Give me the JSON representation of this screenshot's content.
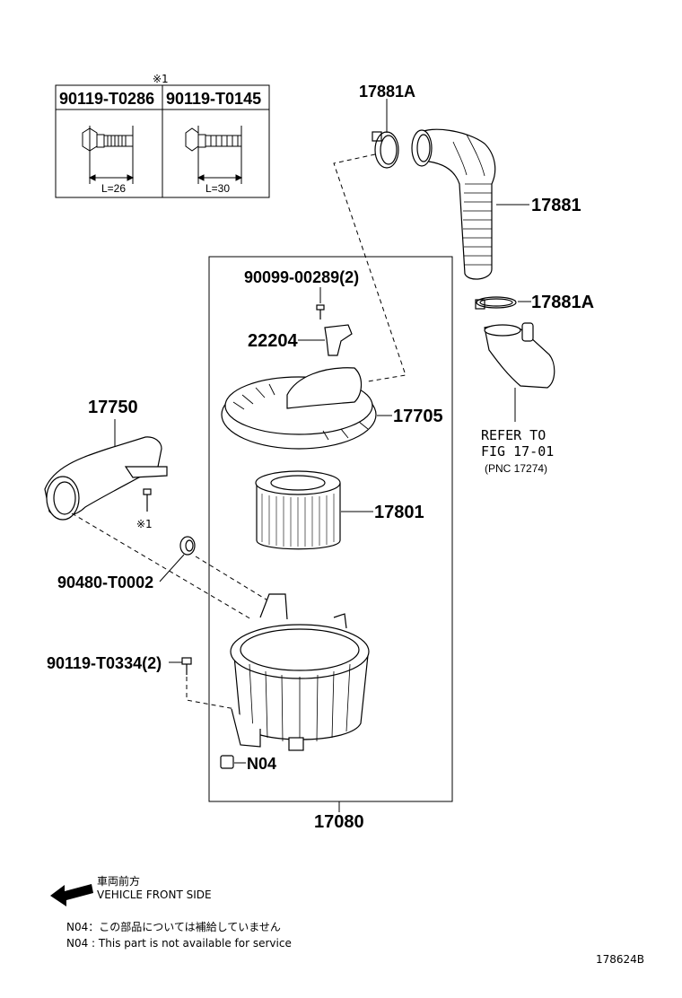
{
  "fastener_table": {
    "mark": "※1",
    "columns": [
      {
        "part_no": "90119-T0286",
        "length": "L=26"
      },
      {
        "part_no": "90119-T0145",
        "length": "L=30"
      }
    ]
  },
  "callouts": {
    "p17881A_top": "17881A",
    "p17881": "17881",
    "p17881A_bottom": "17881A",
    "p90099": "90099-00289(2)",
    "p22204": "22204",
    "p17705": "17705",
    "p17750": "17750",
    "mark_1": "※1",
    "p17801": "17801",
    "p90480": "90480-T0002",
    "p90119": "90119-T0334(2)",
    "pN04": "N04",
    "p17080": "17080"
  },
  "refer": {
    "line1": "REFER TO",
    "line2": "FIG 17-01",
    "line3": "(PNC 17274)"
  },
  "legend": {
    "direction_jp": "車両前方",
    "direction_en": "VEHICLE FRONT SIDE",
    "note_jp": "N04：この部品については補給していません",
    "note_en": "N04 : This part is not available for service"
  },
  "figure_id": "178624B"
}
